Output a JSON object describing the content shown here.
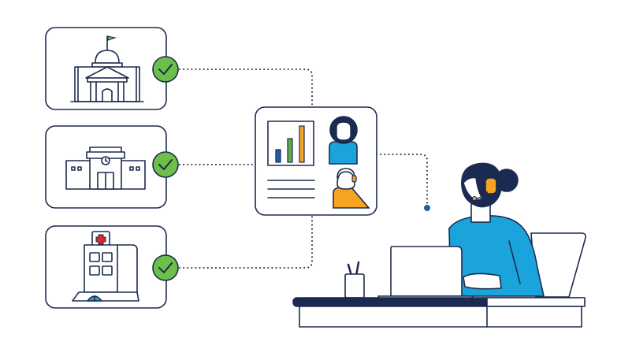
{
  "colors": {
    "outline": "#1d2b4f",
    "navy": "#1b2a52",
    "check_green": "#6cc04a",
    "person_blue": "#1ba3dc",
    "headset_orange": "#f4a323",
    "chart_blue": "#1f5fae",
    "chart_green": "#5fae4a",
    "chart_orange": "#f4a323",
    "cross_red": "#d9272e",
    "flag_green": "#6cc04a",
    "skin": "#ffffff",
    "hair": "#1b2a52",
    "connector_dot": "#1f5fae"
  },
  "icons": {
    "government": "capitol-building-icon",
    "office": "office-building-icon",
    "hospital": "hospital-building-icon",
    "check": "check-circle-icon",
    "dashboard": "dashboard-panel-icon",
    "agent": "support-agent-icon"
  },
  "sources": [
    {
      "name": "government",
      "verified": true
    },
    {
      "name": "office",
      "verified": true
    },
    {
      "name": "hospital",
      "verified": true
    }
  ]
}
